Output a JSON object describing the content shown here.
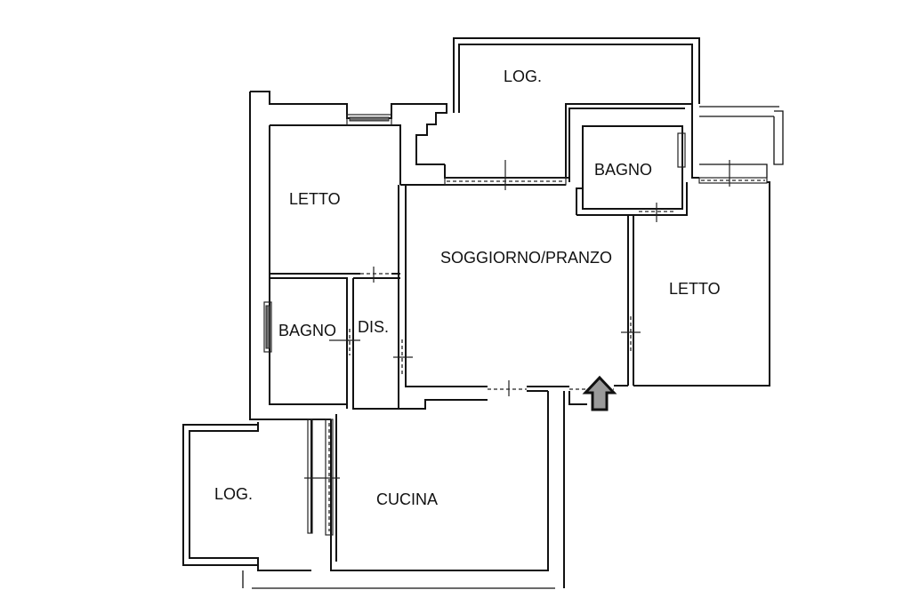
{
  "floor_plan": {
    "rooms": {
      "loggia_top": "LOG.",
      "letto_left": "LETTO",
      "bagno_top": "BAGNO",
      "soggiorno": "SOGGIORNO/PRANZO",
      "letto_right": "LETTO",
      "bagno_left": "BAGNO",
      "disimpegno": "DIS.",
      "loggia_bottom": "LOG.",
      "cucina": "CUCINA"
    },
    "entrance_icon": "entrance-arrow-icon"
  }
}
